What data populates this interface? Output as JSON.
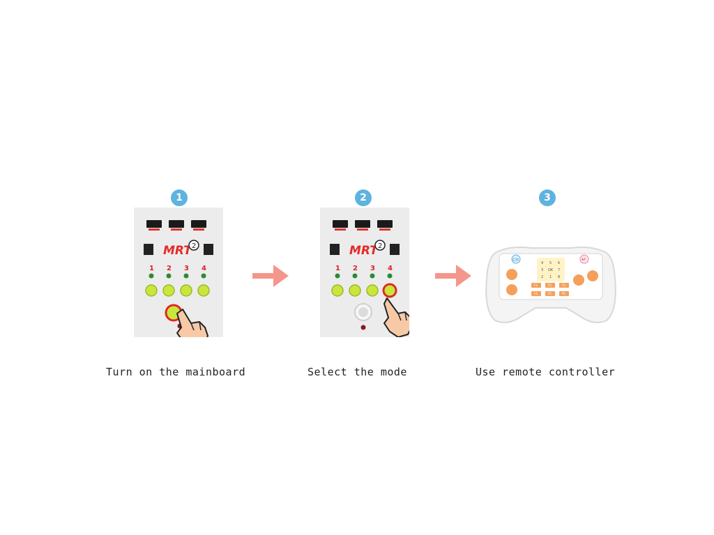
{
  "steps": [
    {
      "number": "1",
      "caption": "Turn on the mainboard"
    },
    {
      "number": "2",
      "caption": "Select the mode"
    },
    {
      "number": "3",
      "caption": "Use remote controller"
    }
  ],
  "board": {
    "logo": "MRT",
    "logo_sup": "2",
    "channel_labels": [
      "1",
      "2",
      "3",
      "4"
    ]
  },
  "remote": {
    "ch_label": "CH",
    "return_label": "↵",
    "keypad": [
      "4",
      "5",
      "6",
      "3",
      "OK",
      "7",
      "2",
      "1",
      "8"
    ],
    "function_keys": [
      "F1",
      "F2",
      "F3",
      "F4",
      "F5",
      "F6"
    ]
  },
  "colors": {
    "step_badge": "#5eb3df",
    "arrow": "#f4968a",
    "board": "#ececec",
    "button_green": "#c8e63c",
    "highlight_ring": "#e02828",
    "logo_red": "#e42a2a",
    "remote_orange": "#f5a05a"
  }
}
